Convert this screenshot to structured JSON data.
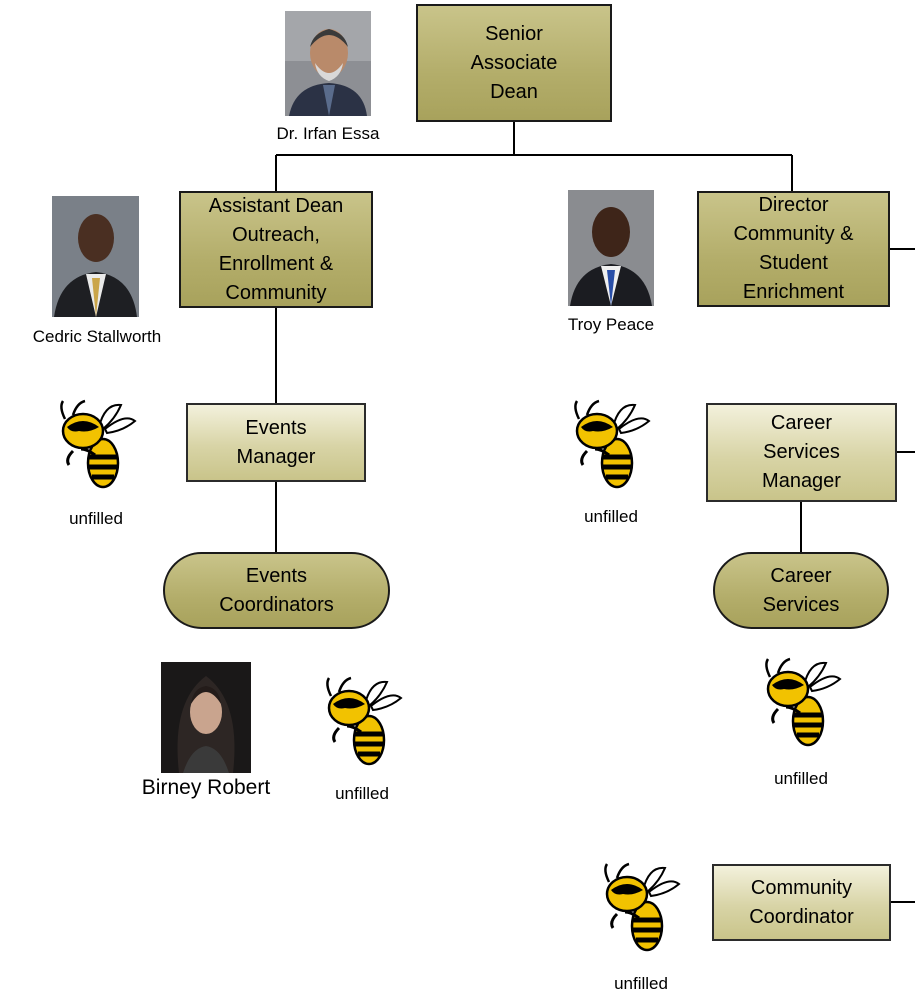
{
  "boxes": {
    "senior_associate_dean": "Senior\nAssociate\nDean",
    "assistant_dean": "Assistant Dean\nOutreach,\nEnrollment &\nCommunity",
    "director_community": "Director\nCommunity &\nStudent\nEnrichment",
    "events_manager": "Events\nManager",
    "events_coordinators": "Events\nCoordinators",
    "career_services_manager": "Career\nServices\nManager",
    "career_services": "Career\nServices",
    "community_coordinator": "Community\nCoordinator"
  },
  "people": {
    "irfan_essa": "Dr. Irfan Essa",
    "cedric_stallworth": "Cedric Stallworth",
    "troy_peace": "Troy Peace",
    "birney_robert": "Birney Robert"
  },
  "unfilled": {
    "events_manager": "unfilled",
    "career_services_manager": "unfilled",
    "events_coordinators": "unfilled",
    "career_services": "unfilled",
    "community_coordinator": "unfilled"
  },
  "colors": {
    "box_fill": "#b3ad6a",
    "box_fill_light": "#d8d4a6",
    "line": "#000000",
    "bee_yellow": "#f2c200"
  },
  "icons": [
    "buzz-mascot-icon"
  ]
}
